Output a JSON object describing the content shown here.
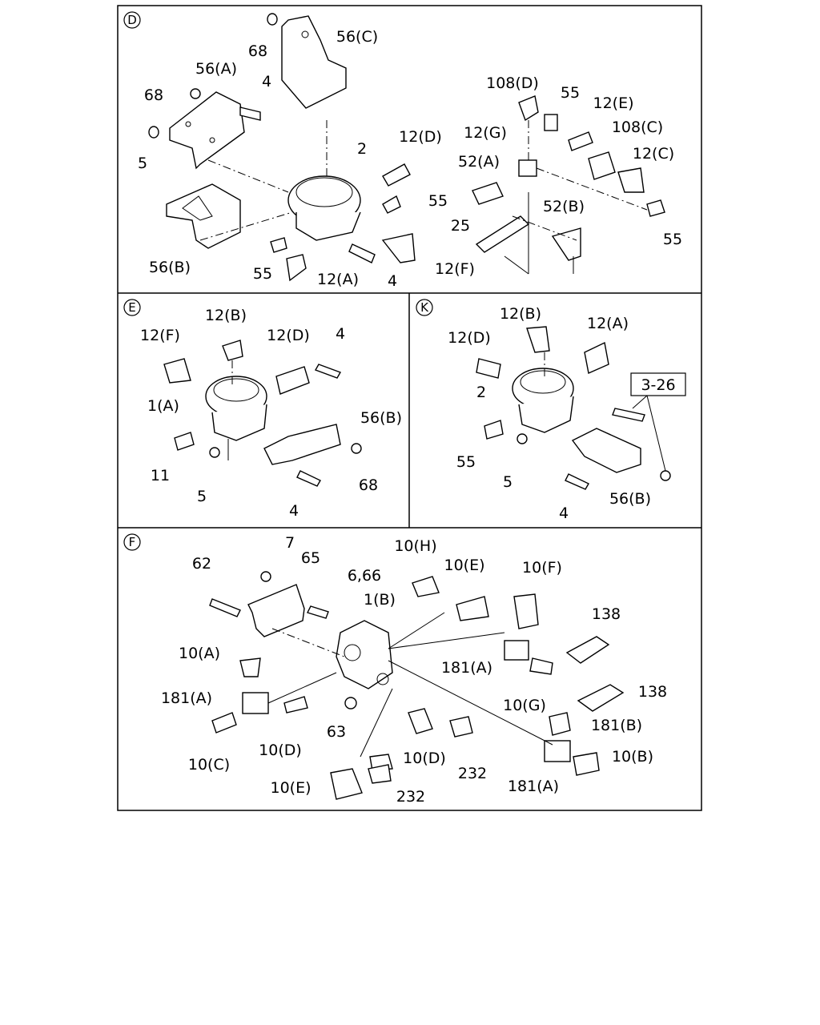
{
  "panels": {
    "d": {
      "marker": "D",
      "labels": [
        "68",
        "56(C)",
        "56(A)",
        "4",
        "68",
        "5",
        "2",
        "12(D)",
        "55",
        "56(B)",
        "55",
        "12(A)",
        "4",
        "12(F)",
        "108(D)",
        "55",
        "12(E)",
        "12(G)",
        "108(C)",
        "52(A)",
        "12(C)",
        "52(B)",
        "25",
        "55"
      ]
    },
    "e": {
      "marker": "E",
      "labels": [
        "12(B)",
        "12(F)",
        "12(D)",
        "4",
        "1(A)",
        "56(B)",
        "11",
        "5",
        "68",
        "4"
      ]
    },
    "k": {
      "marker": "K",
      "labels": [
        "12(B)",
        "12(A)",
        "12(D)",
        "3-26",
        "2",
        "55",
        "5",
        "56(B)",
        "4"
      ]
    },
    "f": {
      "marker": "F",
      "labels": [
        "7",
        "65",
        "62",
        "6,66",
        "10(H)",
        "10(E)",
        "10(F)",
        "1(B)",
        "138",
        "10(A)",
        "181(A)",
        "181(A)",
        "138",
        "10(G)",
        "181(B)",
        "63",
        "10(C)",
        "10(D)",
        "10(D)",
        "10(B)",
        "232",
        "181(A)",
        "10(E)",
        "232"
      ]
    }
  }
}
